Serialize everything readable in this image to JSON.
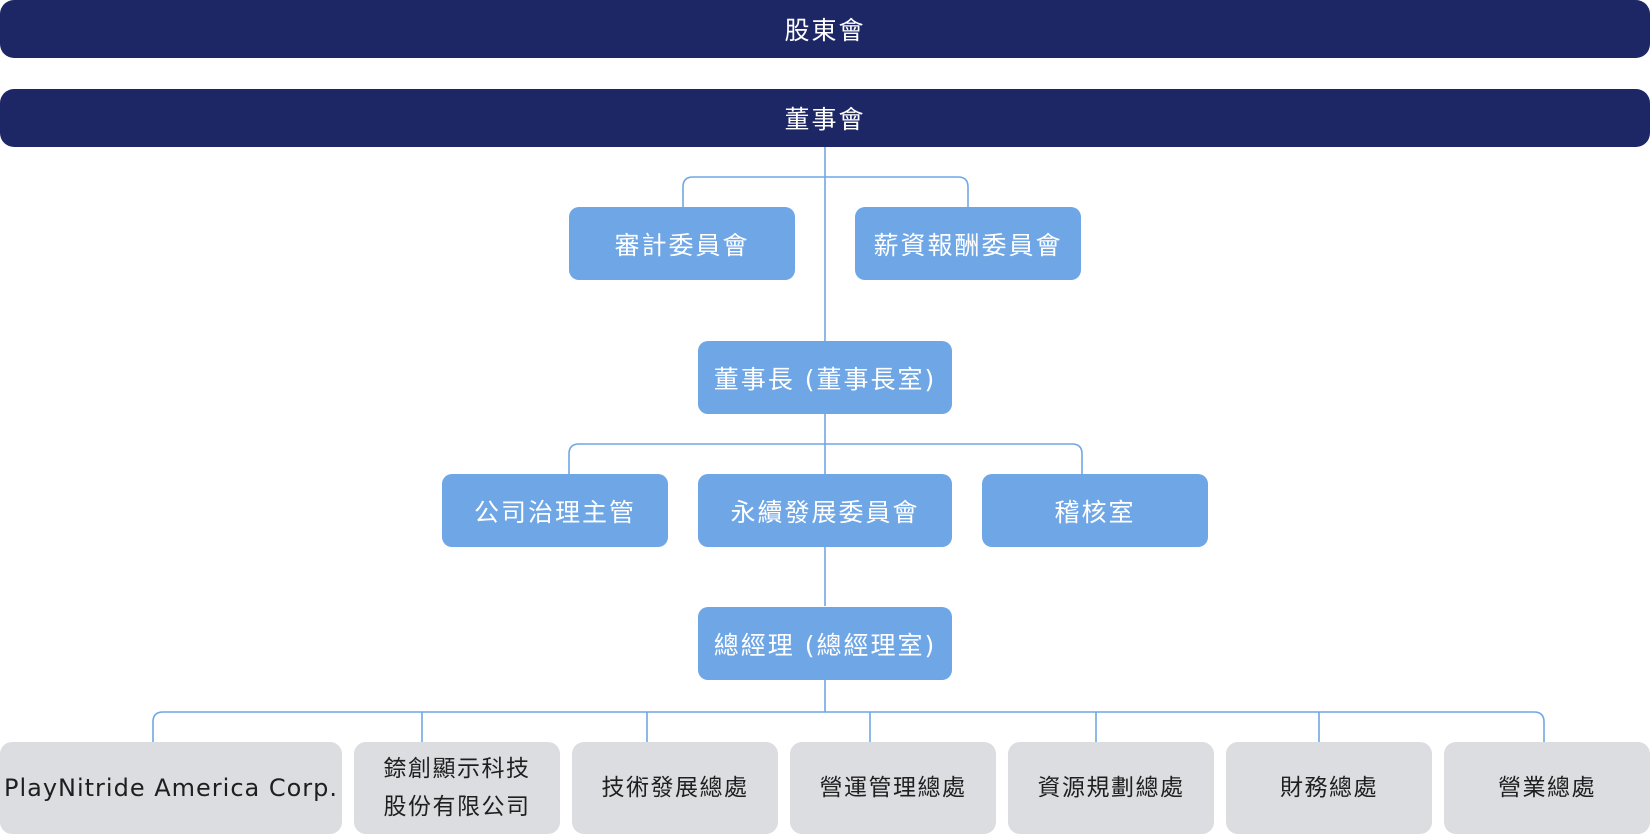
{
  "shareholders": {
    "label": "股東會"
  },
  "board": {
    "label": "董事會"
  },
  "committees": [
    {
      "label": "審計委員會"
    },
    {
      "label": "薪資報酬委員會"
    }
  ],
  "chairman": {
    "label": "董事長 (董事長室)"
  },
  "level2": [
    {
      "label": "公司治理主管"
    },
    {
      "label": "永續發展委員會"
    },
    {
      "label": "稽核室"
    }
  ],
  "president": {
    "label": "總經理 (總經理室)"
  },
  "departments": [
    {
      "line1": "PlayNitride America Corp.",
      "line2": ""
    },
    {
      "line1": "錼創顯示科技",
      "line2": "股份有限公司"
    },
    {
      "line1": "技術發展總處",
      "line2": ""
    },
    {
      "line1": "營運管理總處",
      "line2": ""
    },
    {
      "line1": "資源規劃總處",
      "line2": ""
    },
    {
      "line1": "財務總處",
      "line2": ""
    },
    {
      "line1": "營業總處",
      "line2": ""
    }
  ],
  "colors": {
    "top_bar": "#1d2766",
    "node": "#6fa6e5",
    "department": "#dcdde1",
    "connector": "#6fa6e5"
  }
}
